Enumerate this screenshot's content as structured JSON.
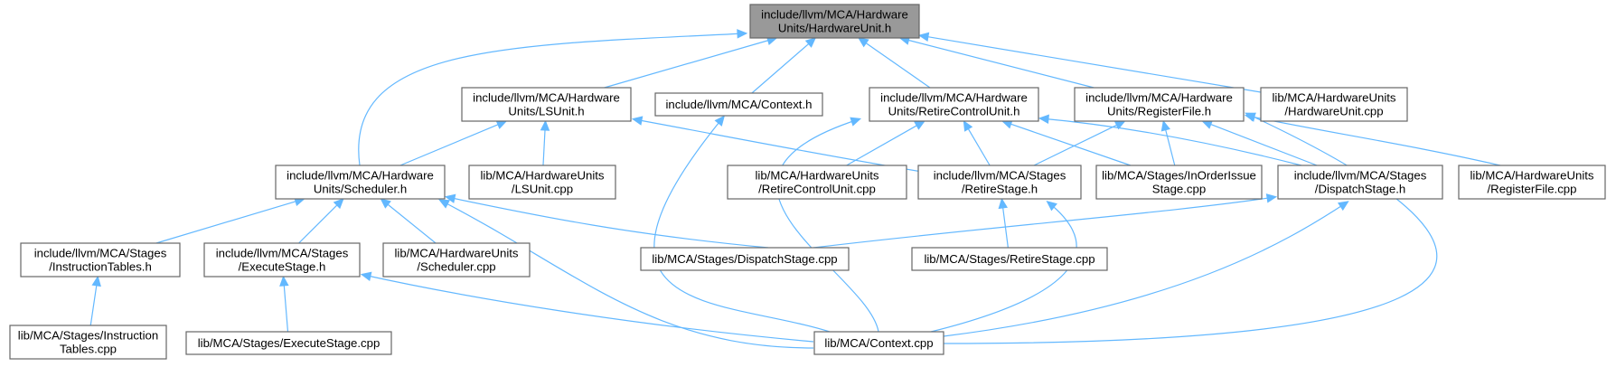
{
  "diagram": {
    "nodes": {
      "hwunit_h": [
        "include/llvm/MCA/Hardware",
        "Units/HardwareUnit.h"
      ],
      "lsunit_h": [
        "include/llvm/MCA/Hardware",
        "Units/LSUnit.h"
      ],
      "context_h": [
        "include/llvm/MCA/Context.h"
      ],
      "rcu_h": [
        "include/llvm/MCA/Hardware",
        "Units/RetireControlUnit.h"
      ],
      "regfile_h": [
        "include/llvm/MCA/Hardware",
        "Units/RegisterFile.h"
      ],
      "hwunit_cpp": [
        "lib/MCA/HardwareUnits",
        "/HardwareUnit.cpp"
      ],
      "scheduler_h": [
        "include/llvm/MCA/Hardware",
        "Units/Scheduler.h"
      ],
      "lsunit_cpp": [
        "lib/MCA/HardwareUnits",
        "/LSUnit.cpp"
      ],
      "rcu_cpp": [
        "lib/MCA/HardwareUnits",
        "/RetireControlUnit.cpp"
      ],
      "retirestage_h": [
        "include/llvm/MCA/Stages",
        "/RetireStage.h"
      ],
      "inorder_cpp": [
        "lib/MCA/Stages/InOrderIssue",
        "Stage.cpp"
      ],
      "dispatchstage_h": [
        "include/llvm/MCA/Stages",
        "/DispatchStage.h"
      ],
      "regfile_cpp": [
        "lib/MCA/HardwareUnits",
        "/RegisterFile.cpp"
      ],
      "insttables_h": [
        "include/llvm/MCA/Stages",
        "/InstructionTables.h"
      ],
      "executestage_h": [
        "include/llvm/MCA/Stages",
        "/ExecuteStage.h"
      ],
      "scheduler_cpp": [
        "lib/MCA/HardwareUnits",
        "/Scheduler.cpp"
      ],
      "dispatchstage_cpp": [
        "lib/MCA/Stages/DispatchStage.cpp"
      ],
      "retirestage_cpp": [
        "lib/MCA/Stages/RetireStage.cpp"
      ],
      "insttables_cpp": [
        "lib/MCA/Stages/Instruction",
        "Tables.cpp"
      ],
      "executestage_cpp": [
        "lib/MCA/Stages/ExecuteStage.cpp"
      ],
      "context_cpp": [
        "lib/MCA/Context.cpp"
      ]
    },
    "edges": [
      [
        "lsunit_h",
        "hwunit_h"
      ],
      [
        "context_h",
        "hwunit_h"
      ],
      [
        "rcu_h",
        "hwunit_h"
      ],
      [
        "regfile_h",
        "hwunit_h"
      ],
      [
        "hwunit_cpp",
        "hwunit_h"
      ],
      [
        "scheduler_h",
        "hwunit_h"
      ],
      [
        "scheduler_h",
        "lsunit_h"
      ],
      [
        "lsunit_cpp",
        "lsunit_h"
      ],
      [
        "retirestage_h",
        "lsunit_h"
      ],
      [
        "context_cpp",
        "context_h"
      ],
      [
        "rcu_cpp",
        "rcu_h"
      ],
      [
        "retirestage_h",
        "rcu_h"
      ],
      [
        "inorder_cpp",
        "rcu_h"
      ],
      [
        "dispatchstage_h",
        "rcu_h"
      ],
      [
        "context_cpp",
        "rcu_h"
      ],
      [
        "retirestage_h",
        "regfile_h"
      ],
      [
        "inorder_cpp",
        "regfile_h"
      ],
      [
        "dispatchstage_h",
        "regfile_h"
      ],
      [
        "regfile_cpp",
        "regfile_h"
      ],
      [
        "context_cpp",
        "regfile_h"
      ],
      [
        "insttables_h",
        "scheduler_h"
      ],
      [
        "executestage_h",
        "scheduler_h"
      ],
      [
        "scheduler_cpp",
        "scheduler_h"
      ],
      [
        "dispatchstage_cpp",
        "scheduler_h"
      ],
      [
        "context_cpp",
        "scheduler_h"
      ],
      [
        "retirestage_cpp",
        "retirestage_h"
      ],
      [
        "context_cpp",
        "retirestage_h"
      ],
      [
        "dispatchstage_cpp",
        "dispatchstage_h"
      ],
      [
        "context_cpp",
        "dispatchstage_h"
      ],
      [
        "insttables_cpp",
        "insttables_h"
      ],
      [
        "executestage_cpp",
        "executestage_h"
      ],
      [
        "context_cpp",
        "executestage_h"
      ]
    ]
  }
}
